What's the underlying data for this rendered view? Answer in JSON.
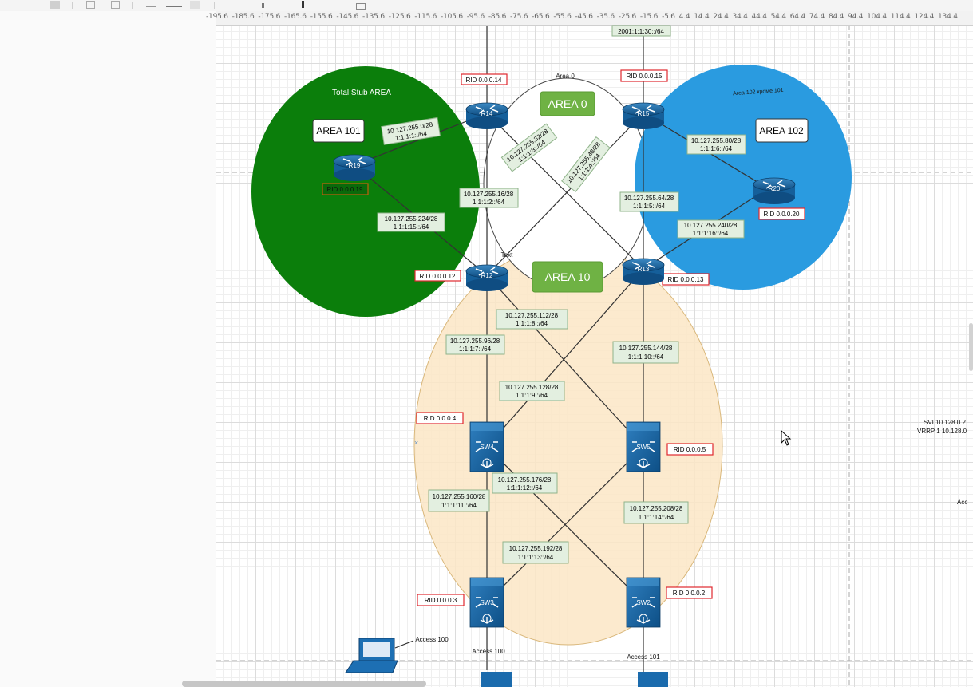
{
  "ruler": {
    "ticks": "-195.6 -185.6 -175.6 -165.6 -155.6 -145.6 -135.6 -125.6 -115.6 -105.6 -95.6 -85.6 -75.6 -65.6 -55.6 -45.6 -35.6 -25.6 -15.6 -5.6 4.4 14.4 24.4 34.4 44.4 54.4 64.4 74.4 84.4 94.4 104.4 114.4 124.4 134.4"
  },
  "areas": {
    "stub_title": "Total Stub AREA",
    "area0_caption": "Area 0",
    "area102_caption": "Area 102 кроме 101",
    "area101": "AREA 101",
    "area0": "AREA 0",
    "area102": "AREA 102",
    "area10": "AREA 10"
  },
  "devices": {
    "r14": "R14",
    "r15": "R15",
    "r12": "R12",
    "r13": "R13",
    "r19": "R19",
    "r20": "R20",
    "sw4": "SW4",
    "sw5": "SW5",
    "sw3": "SW3",
    "sw2": "SW2"
  },
  "rids": {
    "r14": "RID 0.0.0.14",
    "r15": "RID 0.0.0.15",
    "r12": "RID 0.0.0.12",
    "r13": "RID 0.0.0.13",
    "r19": "RID 0.0.0.19",
    "r20": "RID 0.0.0.20",
    "sw4": "RID 0.0.0.4",
    "sw5": "RID 0.0.0.5",
    "sw3": "RID 0.0.0.3",
    "sw2": "RID 0.0.0.2"
  },
  "links": {
    "r19_r14": [
      "10.127.255.0/28",
      "1:1:1:1::/64"
    ],
    "r14_r13": [
      "10.127.255.32/28",
      "1:1:1:3::/64"
    ],
    "r15_r12": [
      "10.127.255.48/28",
      "1:1:1:4::/64"
    ],
    "r14_r12": [
      "10.127.255.16/28",
      "1:1:1:2::/64"
    ],
    "r15_r13": [
      "10.127.255.64/28",
      "1:1:1:5::/64"
    ],
    "r15_r20": [
      "10.127.255.80/28",
      "1:1:1:6::/64"
    ],
    "r20_r13": [
      "10.127.255.240/28",
      "1:1:1:16::/64"
    ],
    "r19_r12": [
      "10.127.255.224/28",
      "1:1:1:15::/64"
    ],
    "r12_sw5": [
      "10.127.255.112/28",
      "1:1:1:8::/64"
    ],
    "r12_sw4": [
      "10.127.255.96/28",
      "1:1:1:7::/64"
    ],
    "r13_sw5": [
      "10.127.255.144/28",
      "1:1:1:10::/64"
    ],
    "r13_sw4": [
      "10.127.255.128/28",
      "1:1:1:9::/64"
    ],
    "sw4_sw2": [
      "10.127.255.176/28",
      "1:1:1:12::/64"
    ],
    "sw4_sw3": [
      "10.127.255.160/28",
      "1:1:1:11::/64"
    ],
    "sw5_sw2": [
      "10.127.255.208/28",
      "1:1:1:14::/64"
    ],
    "sw5_sw3": [
      "10.127.255.192/28",
      "1:1:1:13::/64"
    ]
  },
  "misc": {
    "top_box": "2001:1:1:30::/64",
    "text_label": "Text",
    "access_pc": "Access  100",
    "access_sw3": "Access  100",
    "access_sw2": "Access  101",
    "svi_line1": "SVI 10.128.0.2",
    "svi_line2": "VRRP 1 10.128.0",
    "acc_right": "Acc"
  }
}
